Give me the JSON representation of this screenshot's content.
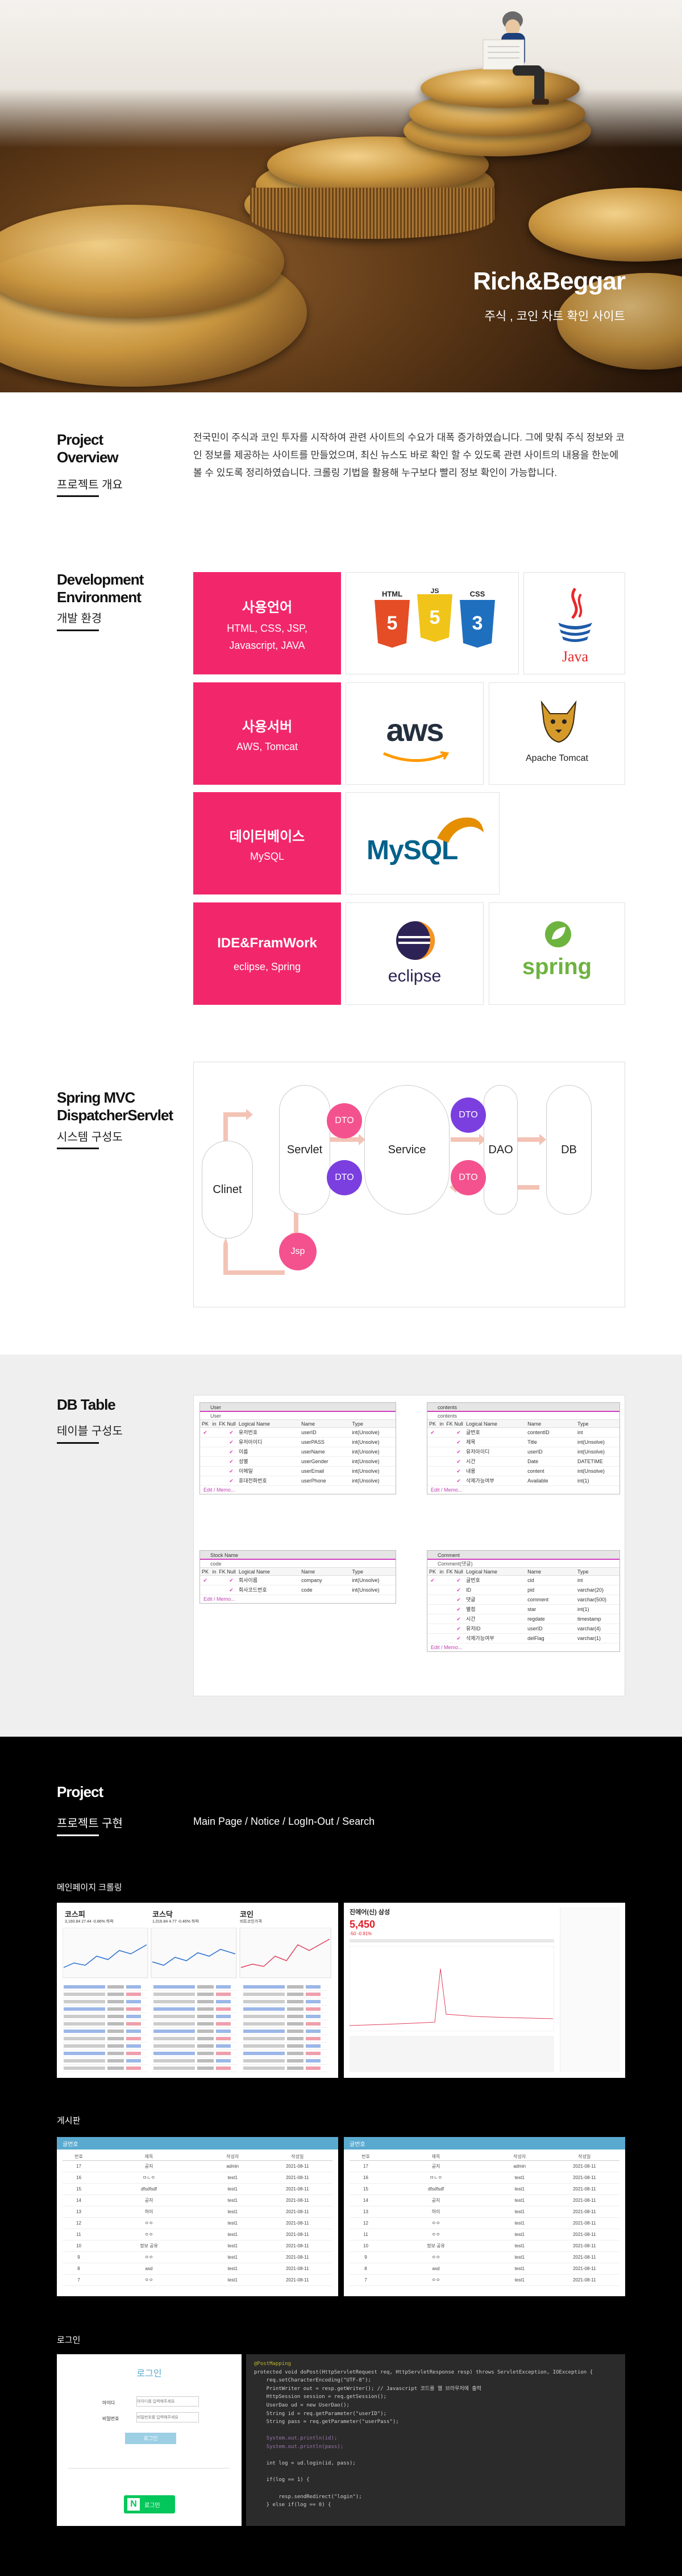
{
  "hero": {
    "title": "Rich&Beggar",
    "subtitle": "주식 , 코인 차트 확인 사이트"
  },
  "overview": {
    "heading_en_1": "Project",
    "heading_en_2": "Overview",
    "heading_ko": "프로젝트 개요",
    "body": "전국민이 주식과 코인 투자를 시작하여 관련 사이트의 수요가 대폭 증가하였습니다. 그에 맞춰 주식 정보와 코인 정보를 제공하는 사이트를 만들었으며, 최신 뉴스도 바로 확인 할 수 있도록 관련 사이트의 내용을 한눈에 볼 수 있도록 정리하였습니다. 크롤링 기법을 활용해 누구보다 빨리 정보 확인이 가능합니다."
  },
  "environment": {
    "heading_en_1": "Development",
    "heading_en_2": "Environment",
    "heading_ko": "개발 환경",
    "rows": [
      {
        "title": "사용언어",
        "detail_1": "HTML, CSS, JSP,",
        "detail_2": "Javascript, JAVA"
      },
      {
        "title": "사용서버",
        "detail_1": "AWS, Tomcat",
        "detail_2": ""
      },
      {
        "title": "데이터베이스",
        "detail_1": "MySQL",
        "detail_2": ""
      },
      {
        "title": "IDE&FramWork",
        "detail_1": "eclipse, Spring",
        "detail_2": ""
      }
    ],
    "logos": {
      "html5": "HTML",
      "js": "JS",
      "css3": "CSS",
      "java": "Java",
      "aws": "aws",
      "tomcat": "Apache Tomcat",
      "mysql": "MySQL",
      "eclipse": "eclipse",
      "spring": "spring"
    }
  },
  "architecture": {
    "heading_en_1": "Spring MVC",
    "heading_en_2": "DispatcherServlet",
    "heading_ko": "시스템 구성도",
    "nodes": {
      "client": "Clinet",
      "servlet": "Servlet",
      "service": "Service",
      "dao": "DAO",
      "db": "DB",
      "jsp": "Jsp",
      "dto": "DTO"
    },
    "colors": {
      "dto_pink": "#f4528f",
      "dto_purple": "#7b3fe0",
      "arrow": "#f3c3b5"
    }
  },
  "db": {
    "heading_en": "DB Table",
    "heading_ko": "테이블 구성도",
    "tables": [
      {
        "name": "User",
        "sub": "User",
        "columns": [
          "PK",
          "in",
          "FK",
          "Null",
          "Logical Name",
          "Name",
          "Type"
        ],
        "rows": [
          [
            "유저번호",
            "userID",
            "int(Unsolve)"
          ],
          [
            "유저아이디",
            "userPASS",
            "int(Unsolve)"
          ],
          [
            "이름",
            "userName",
            "int(Unsolve)"
          ],
          [
            "성별",
            "userGender",
            "int(Unsolve)"
          ],
          [
            "이메일",
            "userEmail",
            "int(Unsolve)"
          ],
          [
            "휴대전화번호",
            "userPhone",
            "int(Unsolve)"
          ]
        ],
        "footer": "Edit / Memo..."
      },
      {
        "name": "contents",
        "sub": "contents",
        "columns": [
          "PK",
          "in",
          "FK",
          "Null",
          "Logical Name",
          "Name",
          "Type"
        ],
        "rows": [
          [
            "글번호",
            "contentID",
            "int"
          ],
          [
            "제목",
            "Title",
            "int(Unsolve)"
          ],
          [
            "유저아이디",
            "userID",
            "int(Unsolve)"
          ],
          [
            "시간",
            "Date",
            "DATETIME"
          ],
          [
            "내용",
            "content",
            "int(Unsolve)"
          ],
          [
            "삭제가능여부",
            "Available",
            "int(1)"
          ]
        ],
        "footer": "Edit / Memo..."
      },
      {
        "name": "Stock Name",
        "sub": "code",
        "columns": [
          "PK",
          "in",
          "FK",
          "Null",
          "Logical Name",
          "Name",
          "Type"
        ],
        "rows": [
          [
            "회사이름",
            "company",
            "int(Unsolve)"
          ],
          [
            "회사코드번호",
            "code",
            "int(Unsolve)"
          ]
        ],
        "footer": "Edit / Memo..."
      },
      {
        "name": "Comment",
        "sub": "Comment(댓글)",
        "columns": [
          "PK",
          "in",
          "FK",
          "Null",
          "Logical Name",
          "Name",
          "Type"
        ],
        "rows": [
          [
            "글번호",
            "cid",
            "int"
          ],
          [
            "ID",
            "pid",
            "varchar(20)"
          ],
          [
            "댓글",
            "comment",
            "varchar(500)"
          ],
          [
            "별점",
            "star",
            "int(1)"
          ],
          [
            "시간",
            "regdate",
            "timestamp"
          ],
          [
            "유저ID",
            "userID",
            "varchar(4)"
          ],
          [
            "삭제가능여부",
            "delFlag",
            "varchar(1)"
          ]
        ],
        "footer": "Edit / Memo..."
      }
    ]
  },
  "project": {
    "heading_en": "Project",
    "heading_ko": "프로젝트 구현",
    "pages": "Main Page / Notice / LogIn-Out / Search",
    "main_label": "메인페이지 크롤링",
    "board_label": "게시판",
    "login_label": "로그인",
    "main_shot": {
      "cols": [
        {
          "t": "코스피",
          "v": "3,160.84 27.44 -0.86% 하락"
        },
        {
          "t": "코스닥",
          "v": "1,016.84 4.77 -0.46% 하락"
        },
        {
          "t": "코인",
          "v": "비트코인가격"
        }
      ],
      "detail_title": "진에어(신) 삼성",
      "detail_price": "5,450",
      "detail_change": "-50 -0.91%"
    },
    "board": {
      "header_left": "글번호",
      "columns": [
        "번호",
        "제목",
        "작성자",
        "작성일"
      ],
      "rows": [
        [
          "17",
          "공지",
          "admin",
          "2021-08-11"
        ],
        [
          "16",
          "ㅁㄴㅇ",
          "test1",
          "2021-08-11"
        ],
        [
          "15",
          "dfsdfsdf",
          "test1",
          "2021-08-11"
        ],
        [
          "14",
          "공지",
          "test1",
          "2021-08-11"
        ],
        [
          "13",
          "하이",
          "test1",
          "2021-08-11"
        ],
        [
          "12",
          "ㅇㅇ",
          "test1",
          "2021-08-11"
        ],
        [
          "11",
          "ㅇㅇ",
          "test1",
          "2021-08-11"
        ],
        [
          "10",
          "정보 공유",
          "test1",
          "2021-08-11"
        ],
        [
          "9",
          "ㅇㅇ",
          "test1",
          "2021-08-11"
        ],
        [
          "8",
          "asd",
          "test1",
          "2021-08-11"
        ],
        [
          "7",
          "ㅇㅇ",
          "test1",
          "2021-08-11"
        ]
      ]
    },
    "login": {
      "title": "로그인",
      "id_label": "아이디",
      "pw_label": "비밀번호",
      "id_placeholder": "아이디를 입력해주세요",
      "pw_placeholder": "비밀번호를 입력해주세요",
      "submit": "로그인",
      "naver_label": "로그인"
    },
    "code_lines": [
      "@PostMapping",
      "protected void doPost(HttpServletRequest req, HttpServletResponse resp) throws ServletException, IOException {",
      "    req.setCharacterEncoding(\"UTF-8\");",
      "    PrintWriter out = resp.getWriter(); // Javascript 코드를 웹 브라우저에 출력",
      "    HttpSession session = req.getSession();",
      "    UserDao ud = new UserDao();",
      "    String id = req.getParameter(\"userID\");",
      "    String pass = req.getParameter(\"userPass\");",
      "",
      "    System.out.println(id);",
      "    System.out.println(pass);",
      "",
      "    int log = ud.login(id, pass);",
      "",
      "    if(log == 1) {",
      "",
      "        resp.sendRedirect(\"login\");",
      "    } else if(log == 0) {"
    ]
  }
}
